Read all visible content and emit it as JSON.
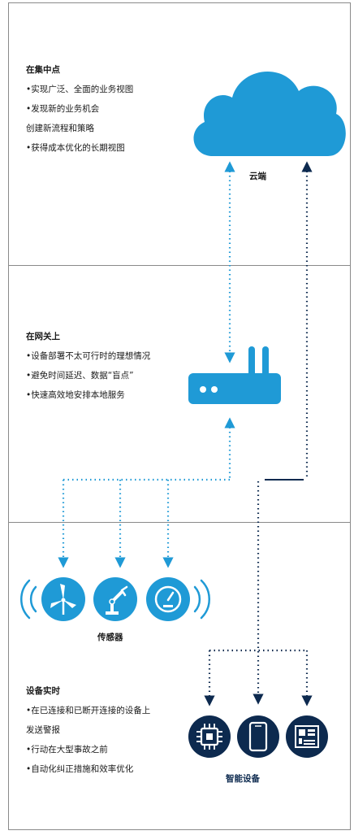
{
  "sections": [
    {
      "heading": "在集中点",
      "lines": [
        "•实现广泛、全面的业务视图",
        "•发现新的业务机会",
        "创建新流程和策略",
        "•获得成本优化的长期视图"
      ]
    },
    {
      "heading": "在网关上",
      "lines": [
        "•设备部署不太可行时的理想情况",
        "•避免时间延迟、数据“盲点”",
        "•快速高效地安排本地服务"
      ]
    },
    {
      "heading": "设备实时",
      "lines": [
        "•在已连接和已断开连接的设备上",
        "发送警报",
        "•行动在大型事故之前",
        "•自动化纠正措施和效率优化"
      ]
    }
  ],
  "labels": {
    "cloud": "云端",
    "sensors": "传感器",
    "smart_devices": "智能设备"
  },
  "icons": {
    "cloud": "cloud-icon",
    "router": "router-icon",
    "sensors": [
      "wind-turbine-icon",
      "robot-arm-icon",
      "gauge-icon"
    ],
    "devices": [
      "chip-icon",
      "smartphone-icon",
      "motherboard-icon"
    ]
  },
  "colors": {
    "light_blue": "#1f9ad6",
    "dark_navy": "#0d2a4f",
    "text": "#1a1a1a",
    "border": "#8a8a8a"
  }
}
